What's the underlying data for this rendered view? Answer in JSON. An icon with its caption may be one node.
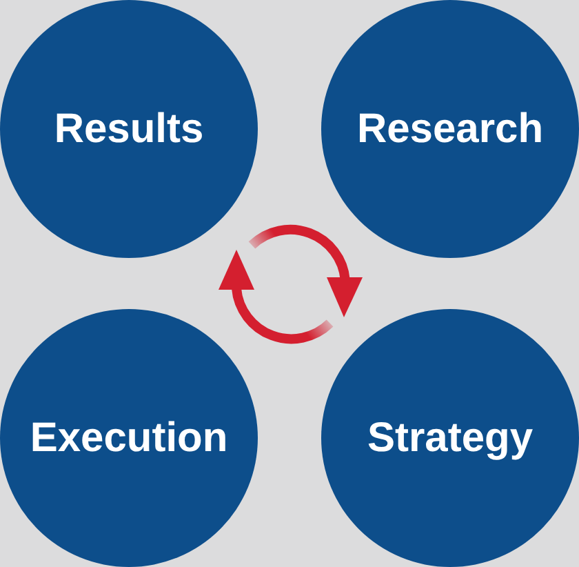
{
  "diagram": {
    "nodes": [
      {
        "text": [
          "Results"
        ]
      },
      {
        "text": [
          "Research"
        ]
      },
      {
        "text": [
          "Execution"
        ]
      },
      {
        "text": [
          "Strategy"
        ]
      }
    ]
  }
}
